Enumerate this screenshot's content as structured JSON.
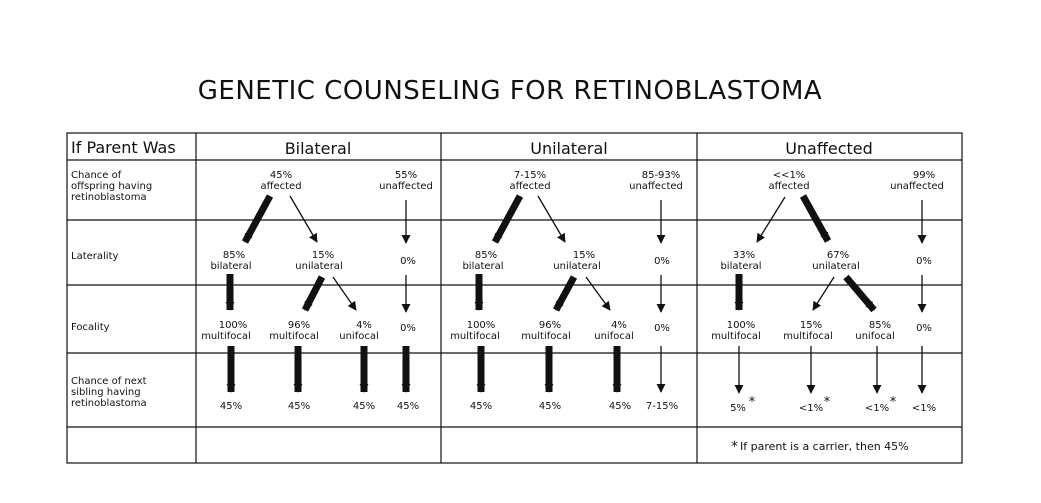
{
  "title": "GENETIC COUNSELING FOR RETINOBLASTOMA",
  "header": {
    "row_label": "If Parent Was",
    "columns": [
      "Bilateral",
      "Unilateral",
      "Unaffected"
    ]
  },
  "row_labels": {
    "chance": [
      "Chance of",
      "offspring having",
      "retinoblastoma"
    ],
    "laterality": [
      "Laterality"
    ],
    "focality": [
      "Focality"
    ],
    "sibling": [
      "Chance of next",
      "sibling having",
      "retinoblastoma"
    ]
  },
  "bilateral": {
    "affected": [
      "45%",
      "affected"
    ],
    "unaffected": [
      "55%",
      "unaffected"
    ],
    "lat_bilateral": [
      "85%",
      "bilateral"
    ],
    "lat_unilateral": [
      "15%",
      "unilateral"
    ],
    "lat_none": "0%",
    "foc_a": [
      "100%",
      "multifocal"
    ],
    "foc_b": [
      "96%",
      "multifocal"
    ],
    "foc_c": [
      "4%",
      "unifocal"
    ],
    "foc_none": "0%",
    "sib": [
      "45%",
      "45%",
      "45%",
      "45%"
    ]
  },
  "unilateral": {
    "affected": [
      "7-15%",
      "affected"
    ],
    "unaffected": [
      "85-93%",
      "unaffected"
    ],
    "lat_bilateral": [
      "85%",
      "bilateral"
    ],
    "lat_unilateral": [
      "15%",
      "unilateral"
    ],
    "lat_none": "0%",
    "foc_a": [
      "100%",
      "multifocal"
    ],
    "foc_b": [
      "96%",
      "multifocal"
    ],
    "foc_c": [
      "4%",
      "unifocal"
    ],
    "foc_none": "0%",
    "sib": [
      "45%",
      "45%",
      "45%",
      "7-15%"
    ]
  },
  "unaffected": {
    "affected": [
      "<<1%",
      "affected"
    ],
    "unaffected": [
      "99%",
      "unaffected"
    ],
    "lat_bilateral": [
      "33%",
      "bilateral"
    ],
    "lat_unilateral": [
      "67%",
      "unilateral"
    ],
    "lat_none": "0%",
    "foc_a": [
      "100%",
      "multifocal"
    ],
    "foc_b": [
      "15%",
      "multifocal"
    ],
    "foc_c": [
      "85%",
      "unifocal"
    ],
    "foc_none": "0%",
    "sib": [
      "5%",
      "<1%",
      "<1%",
      "<1%"
    ],
    "asterisk": "*"
  },
  "footnote": {
    "asterisk": "*",
    "text": "If parent is a carrier, then 45%"
  }
}
